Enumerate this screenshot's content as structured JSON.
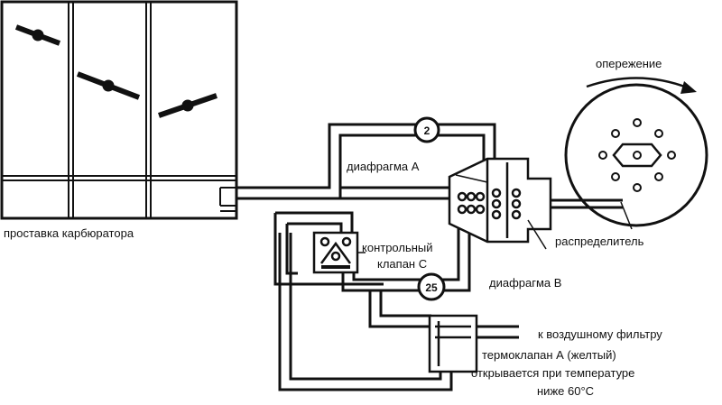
{
  "colors": {
    "ink": "#111111",
    "background": "#ffffff"
  },
  "labels": {
    "carb_spacer": "проставка карбюратора",
    "diaphragm_a": "диафрагма А",
    "check_valve_line1": "контрольный",
    "check_valve_line2": "клапан С",
    "diaphragm_b": "диафрагма В",
    "distributor": "распределитель",
    "advance": "опережение",
    "air_filter": "к воздушному фильтру",
    "thermovalve_line1": "термоклапан А (желтый)",
    "thermovalve_line2": "открывается при температуре",
    "thermovalve_line3": "ниже 60°С"
  },
  "restrictors": {
    "top": "2",
    "bottom": "25"
  }
}
